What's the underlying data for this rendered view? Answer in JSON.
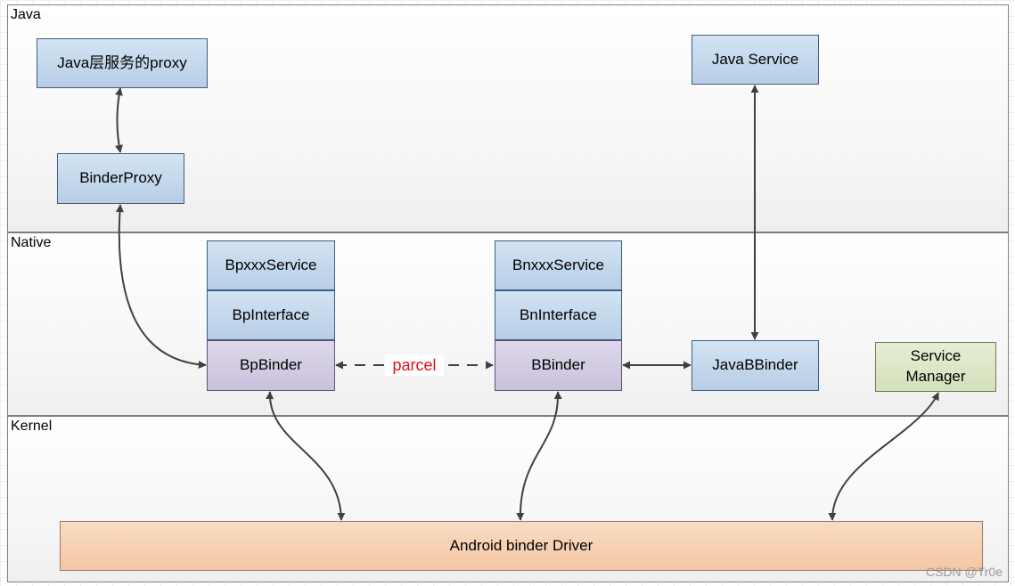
{
  "layers": [
    {
      "label": "Java"
    },
    {
      "label": "Native"
    },
    {
      "label": "Kernel"
    }
  ],
  "boxes": {
    "java_proxy": "Java层服务的proxy",
    "binder_proxy": "BinderProxy",
    "java_service": "Java Service",
    "bp_service": "BpxxxService",
    "bp_interface": "BpInterface",
    "bp_binder": "BpBinder",
    "bn_service": "BnxxxService",
    "bn_interface": "BnInterface",
    "b_binder": "BBinder",
    "java_bbinder": "JavaBBinder",
    "service_manager": "Service\nManager",
    "driver": "Android binder Driver"
  },
  "parcel_label": "parcel",
  "watermark": "CSDN @Tr0e",
  "colors": {
    "blue_box": "#b7cee6",
    "purple_box": "#c9c1dc",
    "green_box": "#d3e0bb",
    "driver_box": "#f4c7a4",
    "arrow": "#404040",
    "parcel_text": "#e01010"
  }
}
